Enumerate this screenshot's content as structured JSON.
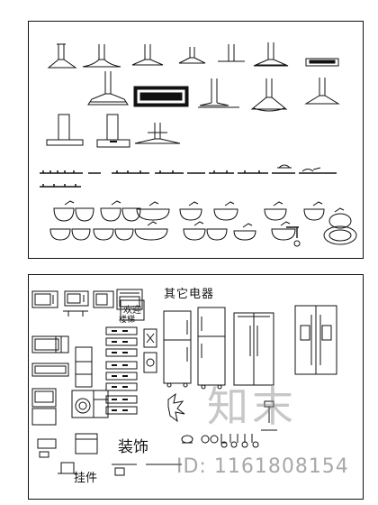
{
  "bottom_sheet": {
    "title_other_appliances": "其它电器",
    "title_decoration": "装饰",
    "title_pendant": "挂件",
    "label_banner_1": "楼梯",
    "label_banner_2": "欢迎"
  },
  "watermark": {
    "logo_text": "知末",
    "id_text": "ID: 1161808154"
  }
}
